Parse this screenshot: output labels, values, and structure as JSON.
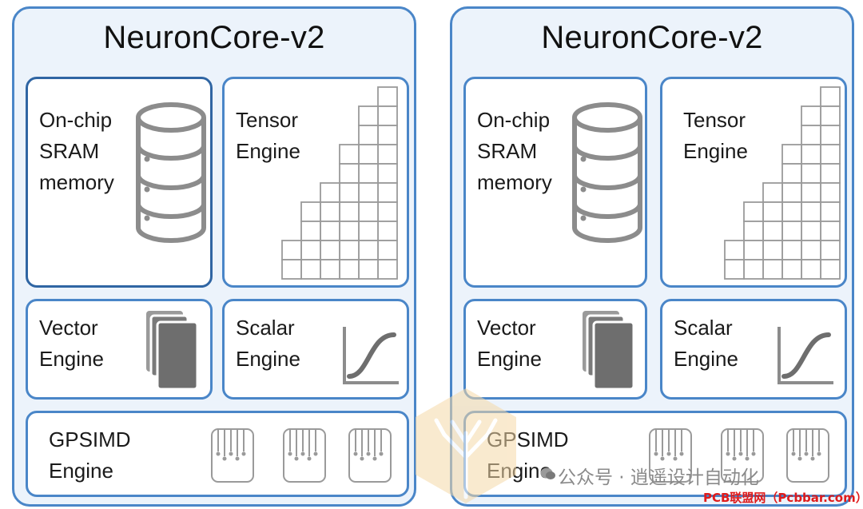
{
  "cores": [
    {
      "title": "NeuronCore-v2",
      "sram": "On-chip\nSRAM\nmemory",
      "tensor": "Tensor\nEngine",
      "vector": "Vector\nEngine",
      "scalar": "Scalar\nEngine",
      "gpsimd": "GPSIMD\nEngine"
    },
    {
      "title": "NeuronCore-v2",
      "sram": "On-chip\nSRAM\nmemory",
      "tensor": "Tensor\nEngine",
      "vector": "Vector\nEngine",
      "scalar": "Scalar\nEngine",
      "gpsimd": "GPSIMD\nEngine"
    }
  ],
  "watermark": {
    "text": "公众号 · 逍遥设计自动化",
    "icon": "wechat-icon",
    "credit": "PCB联盟网（Pcbbar.com）"
  },
  "colors": {
    "border": "#4a86c8",
    "panel": "#ecf3fb",
    "icon": "#8c8c8c",
    "credit": "#e01b1b"
  }
}
